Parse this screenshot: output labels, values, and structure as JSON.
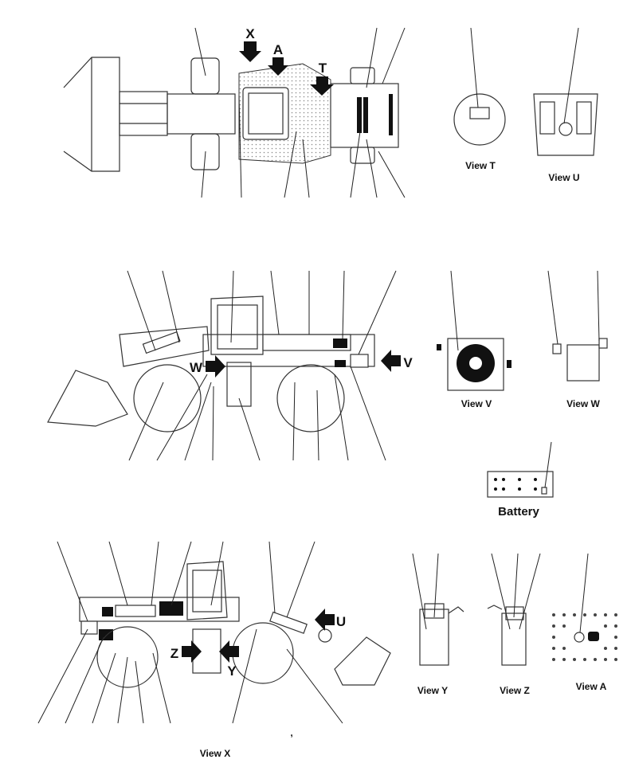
{
  "title": "",
  "markers": [
    "X",
    "A",
    "T",
    "W",
    "V",
    "U",
    "Z",
    "Y"
  ],
  "captions": {
    "view_t": "View T",
    "view_u": "View U",
    "view_v": "View V",
    "view_w": "View W",
    "battery": "Battery",
    "view_y": "View  Y",
    "view_z": "View Z",
    "view_a": "View A",
    "view_x": "View X",
    "stray_mark": ","
  },
  "colors": {
    "ink": "#111111",
    "background": "#ffffff",
    "stipple": "#cfcfcf"
  }
}
